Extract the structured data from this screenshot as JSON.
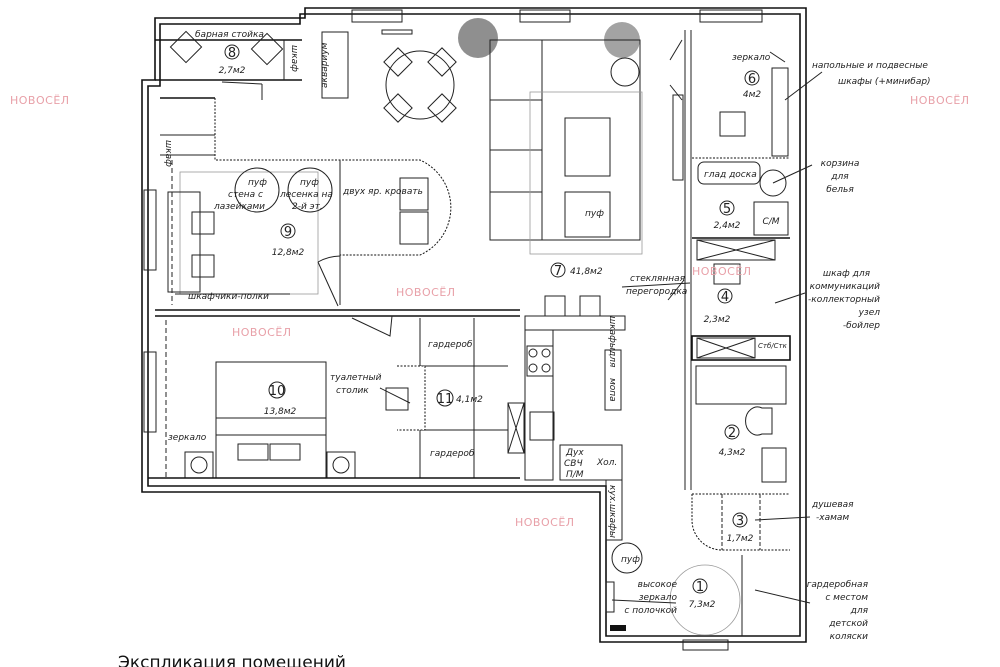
{
  "plan_title": "Экспликация помещений",
  "watermark": "НОВОСЁЛ",
  "rooms": [
    {
      "number": "1",
      "area": "7,3м2"
    },
    {
      "number": "2",
      "area": "4,3м2"
    },
    {
      "number": "3",
      "area": "1,7м2"
    },
    {
      "number": "4",
      "area": "2,3м2"
    },
    {
      "number": "5",
      "area": "2,4м2"
    },
    {
      "number": "6",
      "area": "4м2"
    },
    {
      "number": "7",
      "area": "41,8м2"
    },
    {
      "number": "8",
      "area": "2,7м2"
    },
    {
      "number": "9",
      "area": "12,8м2"
    },
    {
      "number": "10",
      "area": "13,8м2"
    },
    {
      "number": "11",
      "area": "4,1м2"
    }
  ],
  "labels": {
    "bar_counter": "барная стойка",
    "cabinet": "шкаф",
    "aquarium": "аквариум",
    "pouf": "пуф",
    "wall_line1": "стена с",
    "wall_line2": "лазейками",
    "ladder_line1": "лесенка на",
    "ladder_line2": "2-й эт.",
    "bunk_bed": "двух яр. кровать",
    "drawers": "шкафчики-полки",
    "glass_partition1": "стеклянная",
    "glass_partition2": "перегородка",
    "mirror": "зеркало",
    "cabinets_line1": "напольные и подвесные",
    "cabinets_line2": "шкафы (+минибар)",
    "ironing_board": "глад доска",
    "basket1": "корзина",
    "basket2": "для",
    "basket3": "белья",
    "washer": "С/М",
    "utility1": "шкаф для",
    "utility2": "коммуникаций",
    "utility3": "-коллекторный",
    "utility4": "узел",
    "utility5": "-бойлер",
    "dryer": "Стб/Стк",
    "wardrobe": "гардероб",
    "vanity1": "туалетный",
    "vanity2": "столик",
    "kitchen_cab1": "шкафы",
    "kitchen_cab2": "для",
    "kitchen_cab3": "мопа",
    "oven": "Дух",
    "microwave": "СВЧ",
    "dishwasher": "П/М",
    "fridge": "Хол.",
    "kitchen_cabinets": "кух.шкафы",
    "shower1": "душевая",
    "shower2": "-хамам",
    "tall_mirror1": "высокое",
    "tall_mirror2": "зеркало",
    "tall_mirror3": "с полочкой",
    "hall_wardrobe1": "гардеробная",
    "hall_wardrobe2": "с местом",
    "hall_wardrobe3": "для",
    "hall_wardrobe4": "детской",
    "hall_wardrobe5": "коляски"
  }
}
